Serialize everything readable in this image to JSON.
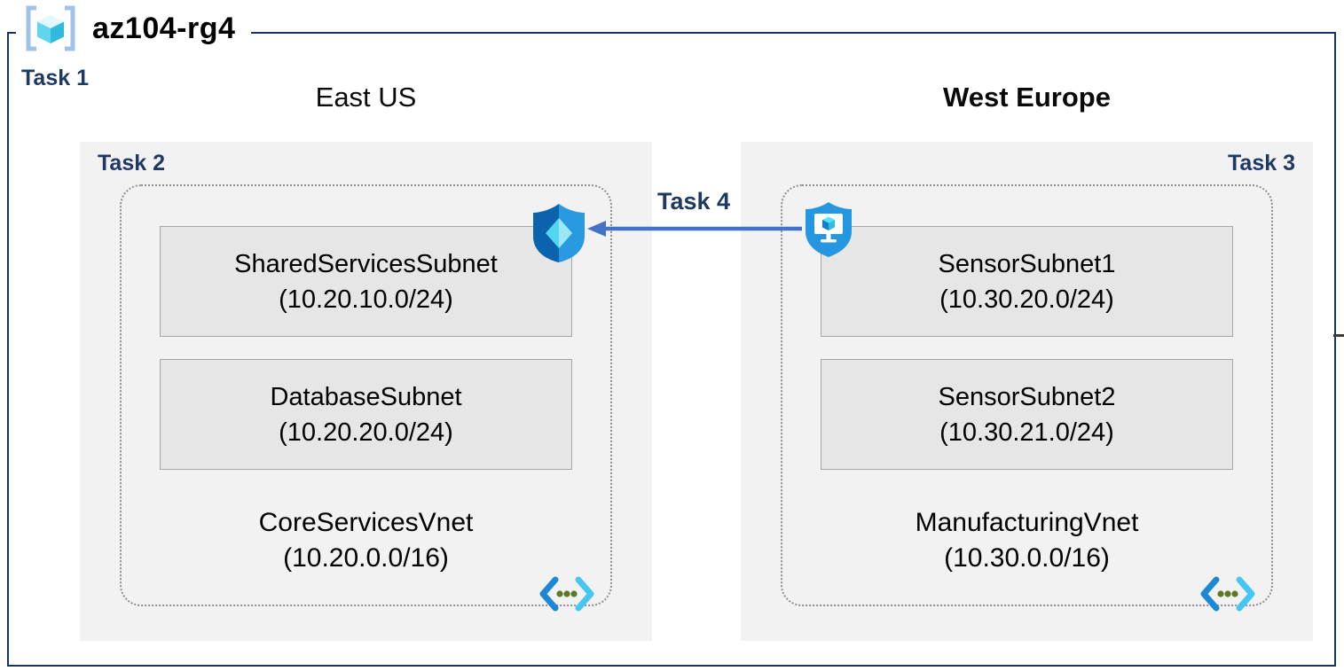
{
  "resource_group": {
    "title": "az104-rg4",
    "task_label": "Task 1",
    "icon": "resource-group-icon"
  },
  "regions": [
    {
      "name": "East US",
      "task_label": "Task 2",
      "attached_icon": "nsg-shield-icon",
      "vnet": {
        "name": "CoreServicesVnet",
        "cidr": "(10.20.0.0/16)",
        "icon": "virtual-network-icon",
        "subnets": [
          {
            "name": "SharedServicesSubnet",
            "cidr": "(10.20.10.0/24)"
          },
          {
            "name": "DatabaseSubnet",
            "cidr": "(10.20.20.0/24)"
          }
        ]
      }
    },
    {
      "name": "West Europe",
      "task_label": "Task 3",
      "attached_icon": "connection-monitor-icon",
      "vnet": {
        "name": "ManufacturingVnet",
        "cidr": "(10.30.0.0/16)",
        "icon": "virtual-network-icon",
        "subnets": [
          {
            "name": "SensorSubnet1",
            "cidr": "(10.30.20.0/24)"
          },
          {
            "name": "SensorSubnet2",
            "cidr": "(10.30.21.0/24)"
          }
        ]
      }
    }
  ],
  "peering_arrow": {
    "task_label": "Task 4",
    "direction": "right-to-left"
  },
  "colors": {
    "navy": "#1f3864",
    "arrow_blue": "#4472c4",
    "panel_gray": "#f2f2f2",
    "subnet_fill": "#e6e6e6",
    "subnet_border": "#a6a6a6",
    "dashed_border": "#8f8f8f",
    "outer_border": "#16365d"
  }
}
